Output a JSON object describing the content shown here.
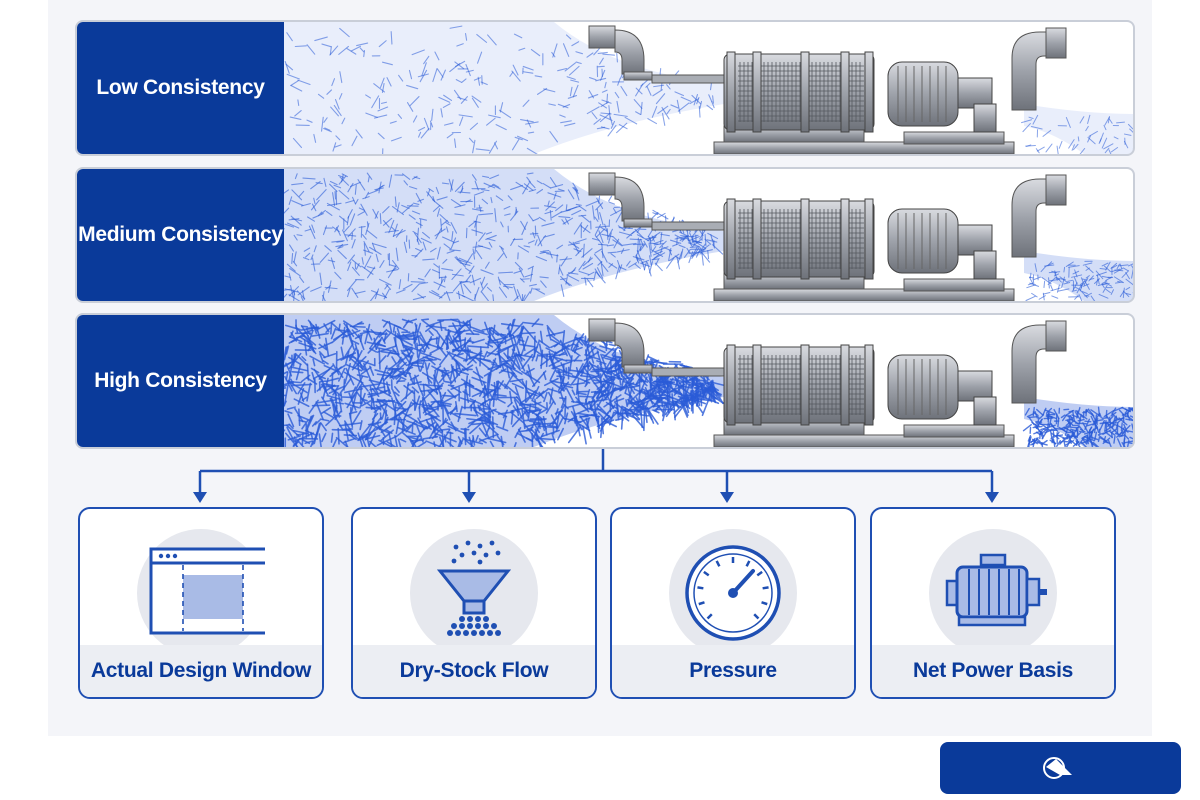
{
  "rows": [
    {
      "label": "Low Consistency",
      "density": "low"
    },
    {
      "label": "Medium Consistency",
      "density": "medium"
    },
    {
      "label": "High Consistency",
      "density": "high"
    }
  ],
  "cards": [
    {
      "label": "Actual Design Window",
      "icon": "design-window-icon"
    },
    {
      "label": "Dry-Stock Flow",
      "icon": "funnel-icon"
    },
    {
      "label": "Pressure",
      "icon": "pressure-gauge-icon"
    },
    {
      "label": "Net Power Basis",
      "icon": "motor-icon"
    }
  ],
  "colors": {
    "brand_blue": "#0a3a9a",
    "fiber_blue": "#2a5bd7",
    "panel_bg": "#f4f5f9",
    "card_border": "#1f4fb3"
  }
}
